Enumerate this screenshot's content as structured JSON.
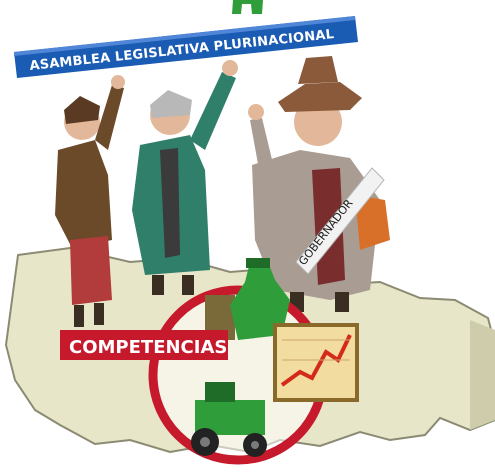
{
  "banner": {
    "label": "ASAMBLEA LEGISLATIVA PLURINACIONAL",
    "color": "#1a5bb3"
  },
  "sash": {
    "label": "GOBERNADOR"
  },
  "badge": {
    "label": "COMPETENCIAS",
    "color": "#c61a2c"
  },
  "accent_color": "#2e9d3a",
  "icons": [
    "money-bag-icon",
    "chart-board-icon",
    "tractor-icon",
    "map-region-icon"
  ]
}
